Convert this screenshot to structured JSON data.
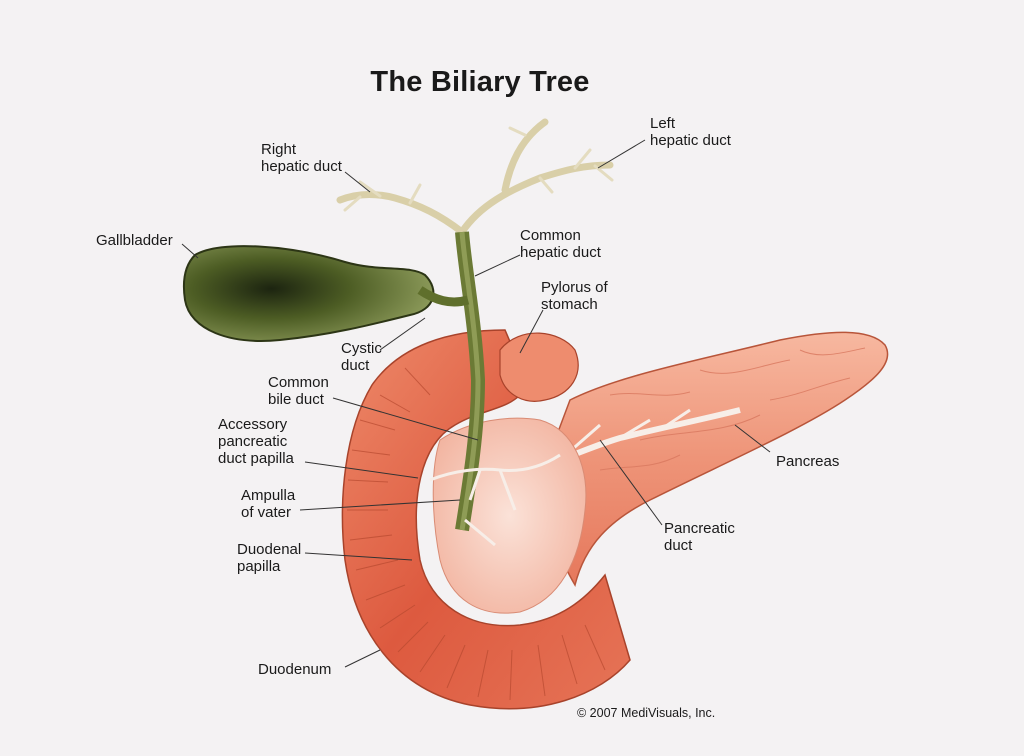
{
  "title": "The Biliary Tree",
  "labels": {
    "right_hepatic_duct": "Right\nhepatic duct",
    "left_hepatic_duct": "Left\nhepatic duct",
    "gallbladder": "Gallbladder",
    "common_hepatic_duct": "Common\nhepatic duct",
    "pylorus_of_stomach": "Pylorus of\nstomach",
    "cystic_duct": "Cystic\nduct",
    "common_bile_duct": "Common\nbile duct",
    "accessory_pancreatic_duct_papilla": "Accessory\npancreatic\nduct papilla",
    "pancreas": "Pancreas",
    "ampulla_of_vater": "Ampulla\nof vater",
    "pancreatic_duct": "Pancreatic\nduct",
    "duodenal_papilla": "Duodenal\npapilla",
    "duodenum": "Duodenum"
  },
  "copyright": "© 2007 MediVisuals, Inc.",
  "colors": {
    "background": "#f4f2f3",
    "gallbladder": "#5f6f2c",
    "bile_duct": "#6b7a35",
    "hepatic_ducts": "#e4dcc0",
    "duodenum": "#e2674a",
    "pancreas": "#ef9a80",
    "duct_white": "#f7eee8"
  }
}
